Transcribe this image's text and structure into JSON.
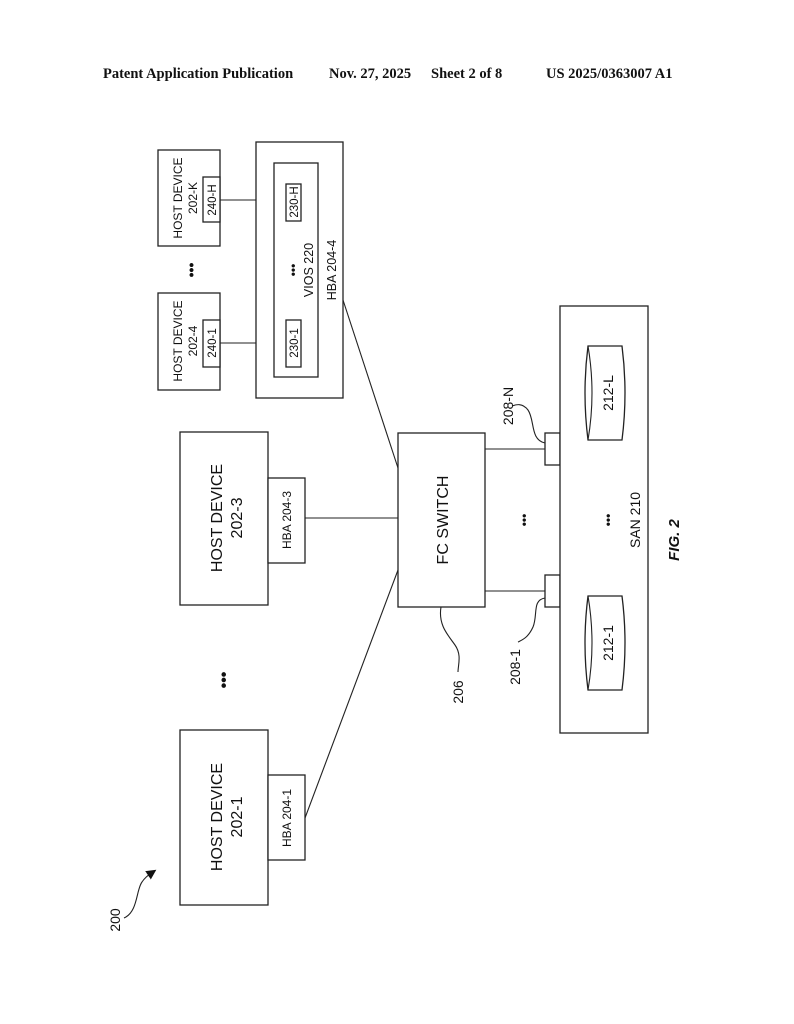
{
  "header": {
    "publication_type": "Patent Application Publication",
    "date": "Nov. 27, 2025",
    "sheet": "Sheet 2 of 8",
    "publication_number": "US 2025/0363007 A1"
  },
  "figure": {
    "label": "FIG. 2",
    "system_ref": "200",
    "orientation": "rotated 90° counter-clockwise",
    "host_devices": [
      {
        "name": "HOST DEVICE",
        "ref": "202-1",
        "hba": "HBA 204-1"
      },
      {
        "name": "HOST DEVICE",
        "ref": "202-3",
        "hba": "HBA 204-3"
      },
      {
        "name": "HOST DEVICE",
        "ref": "202-4",
        "port": "240-1"
      },
      {
        "name": "HOST DEVICE",
        "ref": "202-K",
        "port": "240-H"
      }
    ],
    "hba_shared": {
      "label": "HBA 204-4",
      "vios": {
        "label": "VIOS 220",
        "ports": [
          "230-1",
          "230-H"
        ]
      }
    },
    "switch": {
      "label": "FC SWITCH",
      "ref": "206"
    },
    "switch_ports": [
      "208-1",
      "208-N"
    ],
    "san": {
      "label": "SAN 210",
      "storage": [
        "212-1",
        "212-L"
      ]
    },
    "ellipsis": "•••"
  }
}
